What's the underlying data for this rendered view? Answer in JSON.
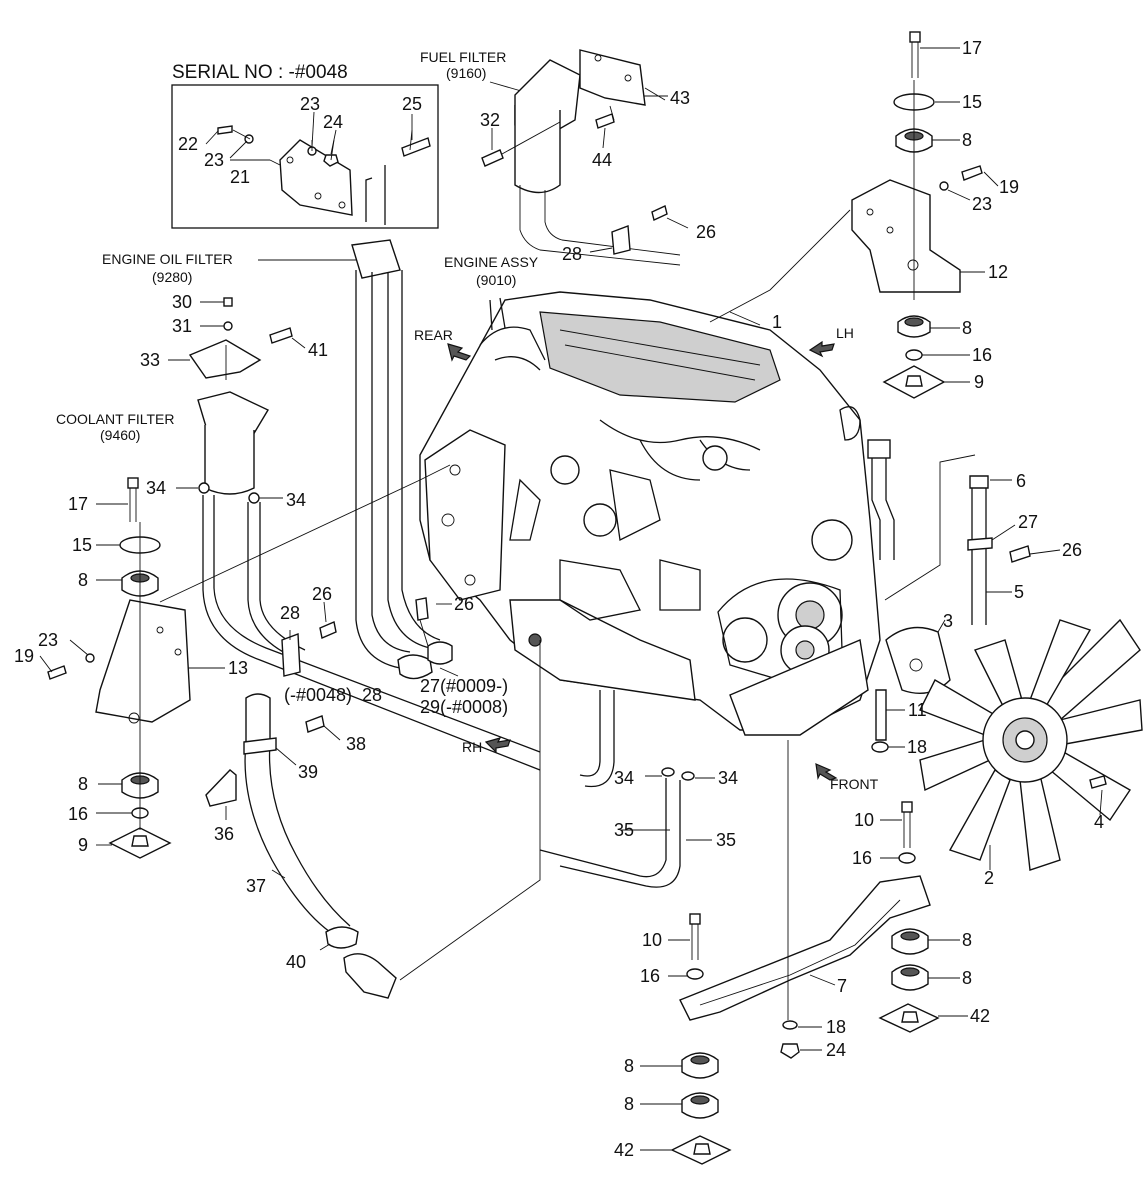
{
  "serial_box": {
    "title": "SERIAL NO : -#0048"
  },
  "captions": {
    "fuel_filter": "FUEL FILTER",
    "fuel_filter_code": "(9160)",
    "engine_oil_filter": "ENGINE OIL FILTER",
    "engine_oil_filter_code": "(9280)",
    "coolant_filter": "COOLANT FILTER",
    "coolant_filter_code": "(9460)",
    "engine_assy": "ENGINE ASSY",
    "engine_assy_code": "(9010)"
  },
  "directions": {
    "rear": "REAR",
    "lh": "LH",
    "rh": "RH",
    "front": "FRONT"
  },
  "serial_notes": {
    "n1": "(-#0048)",
    "n2": "27(#0009-)",
    "n3": "29(-#0008)"
  },
  "callouts": {
    "c1": "1",
    "c2": "2",
    "c3": "3",
    "c4": "4",
    "c5": "5",
    "c6": "6",
    "c7": "7",
    "c8a": "8",
    "c8b": "8",
    "c8c": "8",
    "c8d": "8",
    "c8e": "8",
    "c8f": "8",
    "c8g": "8",
    "c8h": "8",
    "c9a": "9",
    "c9b": "9",
    "c10a": "10",
    "c10b": "10",
    "c11": "11",
    "c12": "12",
    "c13": "13",
    "c15a": "15",
    "c15b": "15",
    "c16a": "16",
    "c16b": "16",
    "c16c": "16",
    "c16d": "16",
    "c17a": "17",
    "c17b": "17",
    "c18a": "18",
    "c18b": "18",
    "c19a": "19",
    "c19b": "19",
    "c21": "21",
    "c22": "22",
    "c23a": "23",
    "c23b": "23",
    "c23c": "23",
    "c23d": "23",
    "c24a": "24",
    "c24b": "24",
    "c25": "25",
    "c26a": "26",
    "c26b": "26",
    "c26c": "26",
    "c26d": "26",
    "c27": "27",
    "c28a": "28",
    "c28b": "28",
    "c28c": "28",
    "c30": "30",
    "c31": "31",
    "c32": "32",
    "c33": "33",
    "c34a": "34",
    "c34b": "34",
    "c34c": "34",
    "c34d": "34",
    "c35a": "35",
    "c35b": "35",
    "c36": "36",
    "c37": "37",
    "c38": "38",
    "c39": "39",
    "c40": "40",
    "c41": "41",
    "c42a": "42",
    "c42b": "42",
    "c43": "43",
    "c44": "44"
  }
}
